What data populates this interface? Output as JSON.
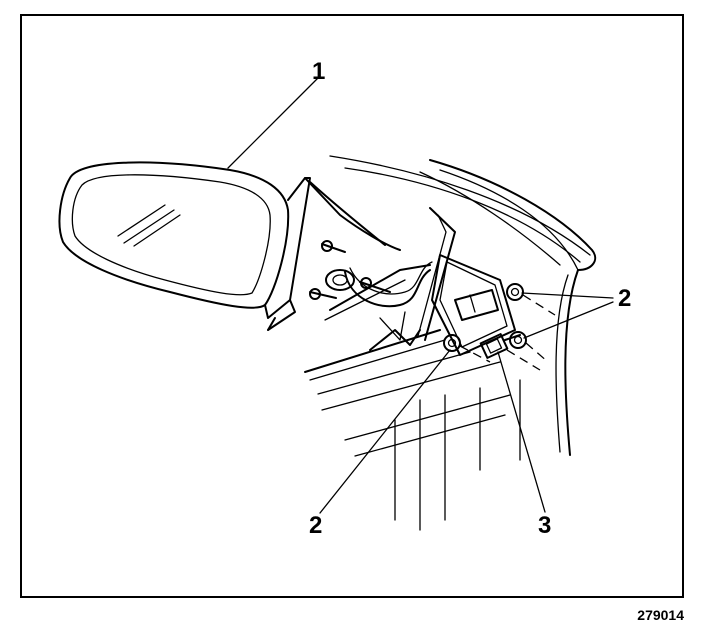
{
  "figure_id": "279014",
  "callouts": {
    "mirror": "1",
    "nut_upper": "2",
    "nut_lower": "2",
    "connector": "3"
  }
}
